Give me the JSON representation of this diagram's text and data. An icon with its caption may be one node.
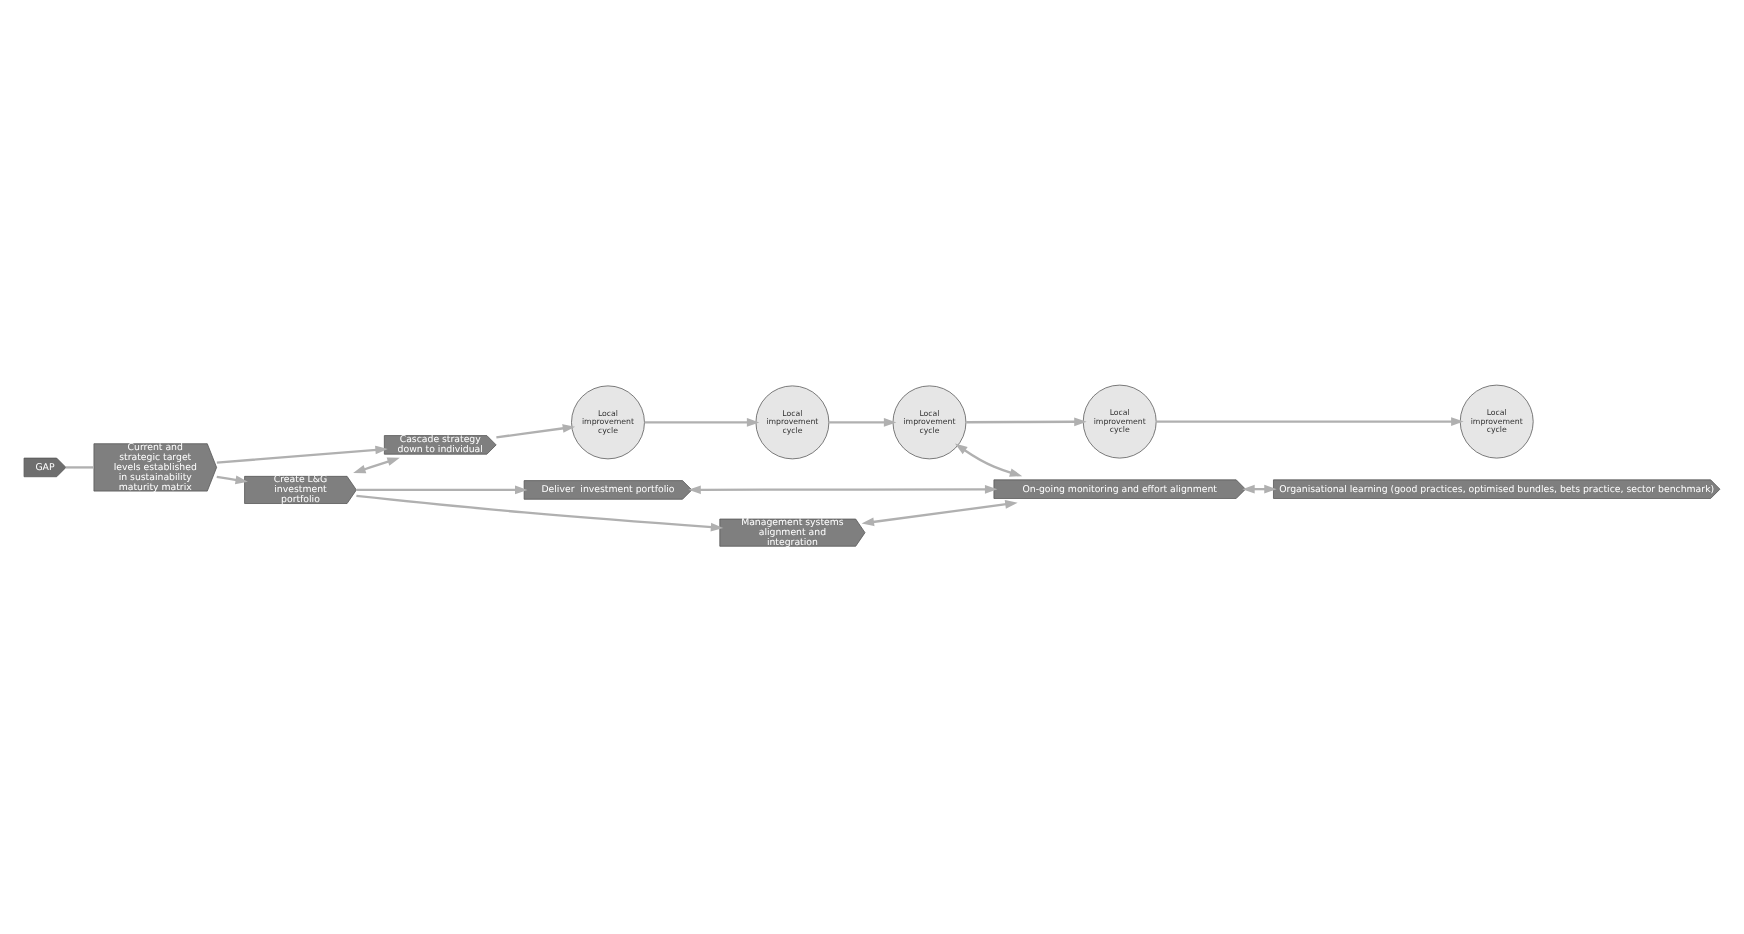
{
  "diagram": {
    "nodes": [
      {
        "text": [
          "GAP"
        ]
      },
      {
        "text": [
          "Current and strategic target levels established in sustainability maturity matrix"
        ]
      },
      {
        "text": [
          "Create L&G investment portfolio"
        ]
      },
      {
        "text": [
          "Cascade strategy down to individual"
        ]
      },
      {
        "text": [
          "Deliver  investment portfolio"
        ]
      },
      {
        "text": [
          "Management systems alignment and integration"
        ]
      },
      {
        "text": [
          "Local improvement cycle"
        ]
      },
      {
        "text": [
          "Local improvement cycle"
        ]
      },
      {
        "text": [
          "Local improvement cycle"
        ]
      },
      {
        "text": [
          "Local improvement cycle"
        ]
      },
      {
        "text": [
          "Local improvement cycle"
        ]
      },
      {
        "text": [
          "On-going monitoring and effort alignment"
        ]
      },
      {
        "text": [
          "Organisational learning (good practices, optimised bundles, bets practice, sector benchmark)"
        ]
      }
    ],
    "edges": [
      {
        "from": 0,
        "to": 1,
        "arrow": "none"
      },
      {
        "from": 1,
        "to": 2,
        "arrow": "to"
      },
      {
        "from": 1,
        "to": 3,
        "arrow": "to"
      },
      {
        "from": 2,
        "to": 3,
        "arrow": "both"
      },
      {
        "from": 2,
        "to": 4,
        "arrow": "to"
      },
      {
        "from": 2,
        "to": 5,
        "arrow": "to"
      },
      {
        "from": 3,
        "to": 6,
        "arrow": "to"
      },
      {
        "from": 6,
        "to": 7,
        "arrow": "to"
      },
      {
        "from": 7,
        "to": 8,
        "arrow": "to"
      },
      {
        "from": 8,
        "to": 9,
        "arrow": "to"
      },
      {
        "from": 9,
        "to": 10,
        "arrow": "to"
      },
      {
        "from": 5,
        "to": 11,
        "arrow": "both"
      },
      {
        "from": 8,
        "to": 11,
        "arrow": "both"
      },
      {
        "from": 4,
        "to": 11,
        "arrow": "both"
      },
      {
        "from": 11,
        "to": 12,
        "arrow": "both"
      }
    ]
  }
}
